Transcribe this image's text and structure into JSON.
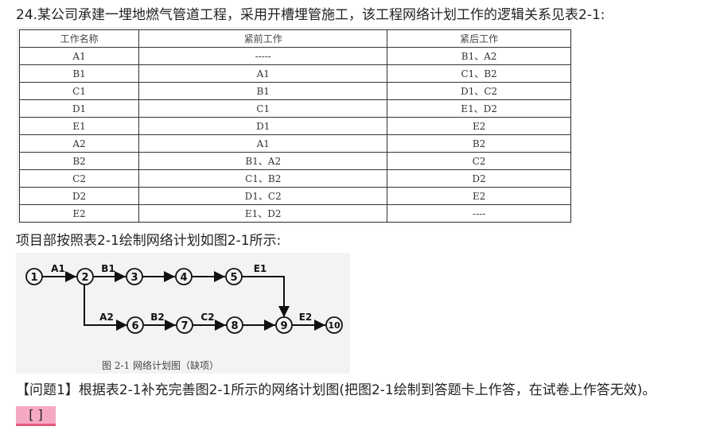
{
  "question_title": "24.某公司承建一埋地燃气管道工程，采用开槽埋管施工，该工程网络计划工作的逻辑关系见表2-1:",
  "table": {
    "headers": [
      "工作名称",
      "紧前工作",
      "紧后工作"
    ],
    "rows": [
      [
        "A1",
        "-----",
        "B1、A2"
      ],
      [
        "B1",
        "A1",
        "C1、B2"
      ],
      [
        "C1",
        "B1",
        "D1、C2"
      ],
      [
        "D1",
        "C1",
        "E1、D2"
      ],
      [
        "E1",
        "D1",
        "E2"
      ],
      [
        "A2",
        "A1",
        "B2"
      ],
      [
        "B2",
        "B1、A2",
        "C2"
      ],
      [
        "C2",
        "C1、B2",
        "D2"
      ],
      [
        "D2",
        "D1、C2",
        "E2"
      ],
      [
        "E2",
        "E1、D2",
        "----"
      ]
    ]
  },
  "intro_text": "项目部按照表2-1绘制网络计划如图2-1所示:",
  "diagram": {
    "nodes": [
      "1",
      "2",
      "3",
      "4",
      "5",
      "6",
      "7",
      "8",
      "9",
      "10"
    ],
    "edge_labels": [
      "A1",
      "B1",
      "E1",
      "A2",
      "B2",
      "C2",
      "E2"
    ],
    "caption": "图 2-1 网络计划图（缺项）"
  },
  "question_text": "【问题1】根据表2-1补充完善图2-1所示的网络计划图(把图2-1绘制到答题卡上作答，在试卷上作答无效)。",
  "answer_box": "[  ]",
  "colors": {
    "answer_bg": "#f5a9c4",
    "answer_border": "#e8577f"
  }
}
